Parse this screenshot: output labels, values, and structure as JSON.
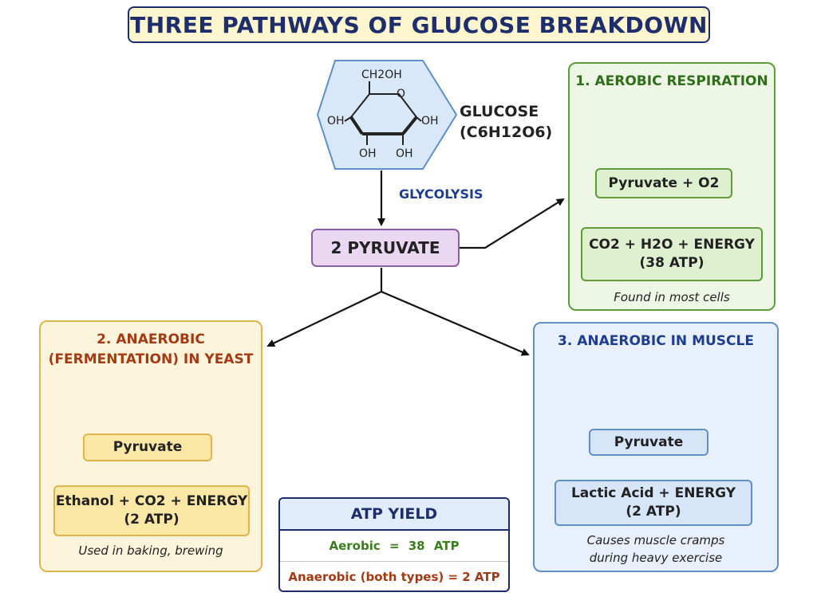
{
  "title": "THREE PATHWAYS OF GLUCOSE BREAKDOWN",
  "glucose": {
    "name": "GLUCOSE",
    "formula": "(C6H12O6)",
    "labels": {
      "ch2oh": "CH2OH",
      "o": "O",
      "oh_left": "OH",
      "oh_right": "OH",
      "oh_bottom_left": "OH",
      "oh_bottom_right": "OH"
    }
  },
  "process_label": "GLYCOLYSIS",
  "center_node": "2 PYRUVATE",
  "pathways": {
    "aerobic": {
      "heading": "1. AEROBIC RESPIRATION",
      "input": "Pyruvate + O2",
      "output_line1": "CO2 + H2O + ENERGY",
      "output_line2": "(38 ATP)",
      "note": "Found in most cells"
    },
    "yeast": {
      "heading_line1": "2. ANAEROBIC",
      "heading_line2": "(FERMENTATION) IN YEAST",
      "input": "Pyruvate",
      "output_line1": "Ethanol + CO2 + ENERGY",
      "output_line2": "(2 ATP)",
      "note": "Used in baking, brewing"
    },
    "muscle": {
      "heading": "3. ANAEROBIC IN MUSCLE",
      "input": "Pyruvate",
      "output_line1": "Lactic Acid + ENERGY",
      "output_line2": "(2 ATP)",
      "note_line1": "Causes muscle cramps",
      "note_line2": "during heavy exercise"
    }
  },
  "atp_yield": {
    "heading": "ATP YIELD",
    "aerobic": "Aerobic = 38 ATP",
    "anaerobic": "Anaerobic (both types) = 2 ATP"
  },
  "colors": {
    "title_text": "#1e2d6b",
    "aerobic_heading": "#2f6e1a",
    "yeast_heading": "#a33a14",
    "muscle_heading": "#1e3d8f",
    "pyruvate_fill": "#ead7f2"
  },
  "icons": [
    "glucose-ring-icon",
    "mitochondrion-icon",
    "yeast-cell-icon",
    "muscle-icon",
    "arrow-icon"
  ]
}
